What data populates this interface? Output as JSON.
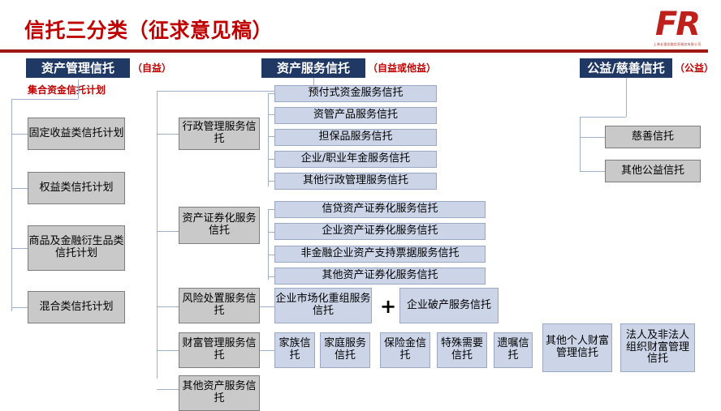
{
  "slide": {
    "title": "信托三分类（征求意见稿）",
    "logo": {
      "mark": "FR",
      "subtext": "上海长银金融信息服务有限公司"
    },
    "accent_red": "#c00000",
    "rule_color": "#9e1915",
    "header_bg": "#1f3864",
    "gray_box": "#c9c9c9",
    "blue_box": "#ccd5e8"
  },
  "columns": [
    {
      "id": "asset-management-trust",
      "header": "资产管理信托",
      "note": "（自益）",
      "subtitle": "集合资金信托计划",
      "items": [
        {
          "label": "固定收益类信托计划"
        },
        {
          "label": "权益类信托计划"
        },
        {
          "label": "商品及金融衍生品类信托计划"
        },
        {
          "label": "混合类信托计划"
        }
      ]
    },
    {
      "id": "asset-service-trust",
      "header": "资产服务信托",
      "note": "（自益或他益）",
      "groups": [
        {
          "label": "行政管理服务信托",
          "children": [
            "预付式资金服务信托",
            "资管产品服务信托",
            "担保品服务信托",
            "企业/职业年金服务信托",
            "其他行政管理服务信托"
          ]
        },
        {
          "label": "资产证券化服务信托",
          "children": [
            "信贷资产证券化服务信托",
            "企业资产证券化服务信托",
            "非金融企业资产支持票据服务信托",
            "其他资产证券化服务信托"
          ]
        },
        {
          "label": "风险处置服务信托",
          "separator": "+",
          "children": [
            "企业市场化重组服务信托",
            "企业破产服务信托"
          ]
        },
        {
          "label": "财富管理服务信托",
          "children": [
            "家族信托",
            "家庭服务信托",
            "保险金信托",
            "特殊需要信托",
            "遗嘱信托",
            "其他个人财富管理信托",
            "法人及非法人组织财富管理信托"
          ]
        },
        {
          "label": "其他资产服务信托",
          "children": []
        }
      ]
    },
    {
      "id": "charity-trust",
      "header": "公益/慈善信托",
      "note": "（公益）",
      "items": [
        {
          "label": "慈善信托"
        },
        {
          "label": "其他公益信托"
        }
      ]
    }
  ]
}
